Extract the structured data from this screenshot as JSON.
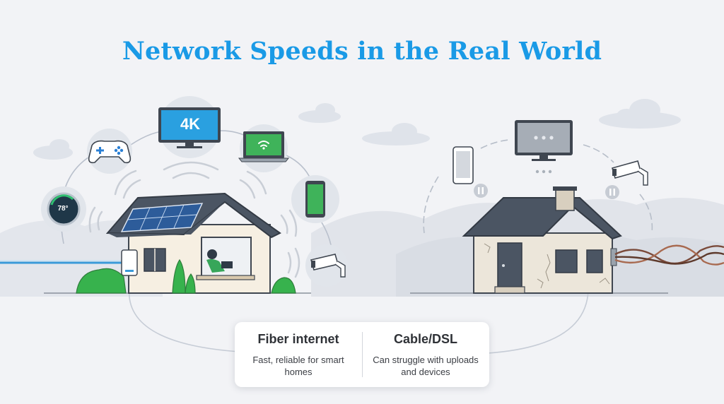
{
  "title": "Network Speeds in the Real World",
  "fiber_home": {
    "devices": [
      {
        "name": "smart-thermostat",
        "label": "78°"
      },
      {
        "name": "game-controller"
      },
      {
        "name": "television",
        "label": "4K"
      },
      {
        "name": "laptop"
      },
      {
        "name": "smartphone"
      },
      {
        "name": "security-camera"
      }
    ]
  },
  "cable_home": {
    "devices": [
      {
        "name": "smartphone",
        "status": "paused"
      },
      {
        "name": "television",
        "status": "buffering"
      },
      {
        "name": "security-camera",
        "status": "paused"
      }
    ]
  },
  "comparison": {
    "fiber": {
      "title": "Fiber internet",
      "desc": "Fast, reliable for smart homes"
    },
    "cable": {
      "title": "Cable/DSL",
      "desc": "Can struggle with uploads and devices"
    }
  },
  "colors": {
    "accent": "#1a9ae6",
    "screen": "#2aa0e0",
    "roof": "#4b5563",
    "fiber": "#3a9ad9",
    "copper": "#7a4a3a"
  }
}
